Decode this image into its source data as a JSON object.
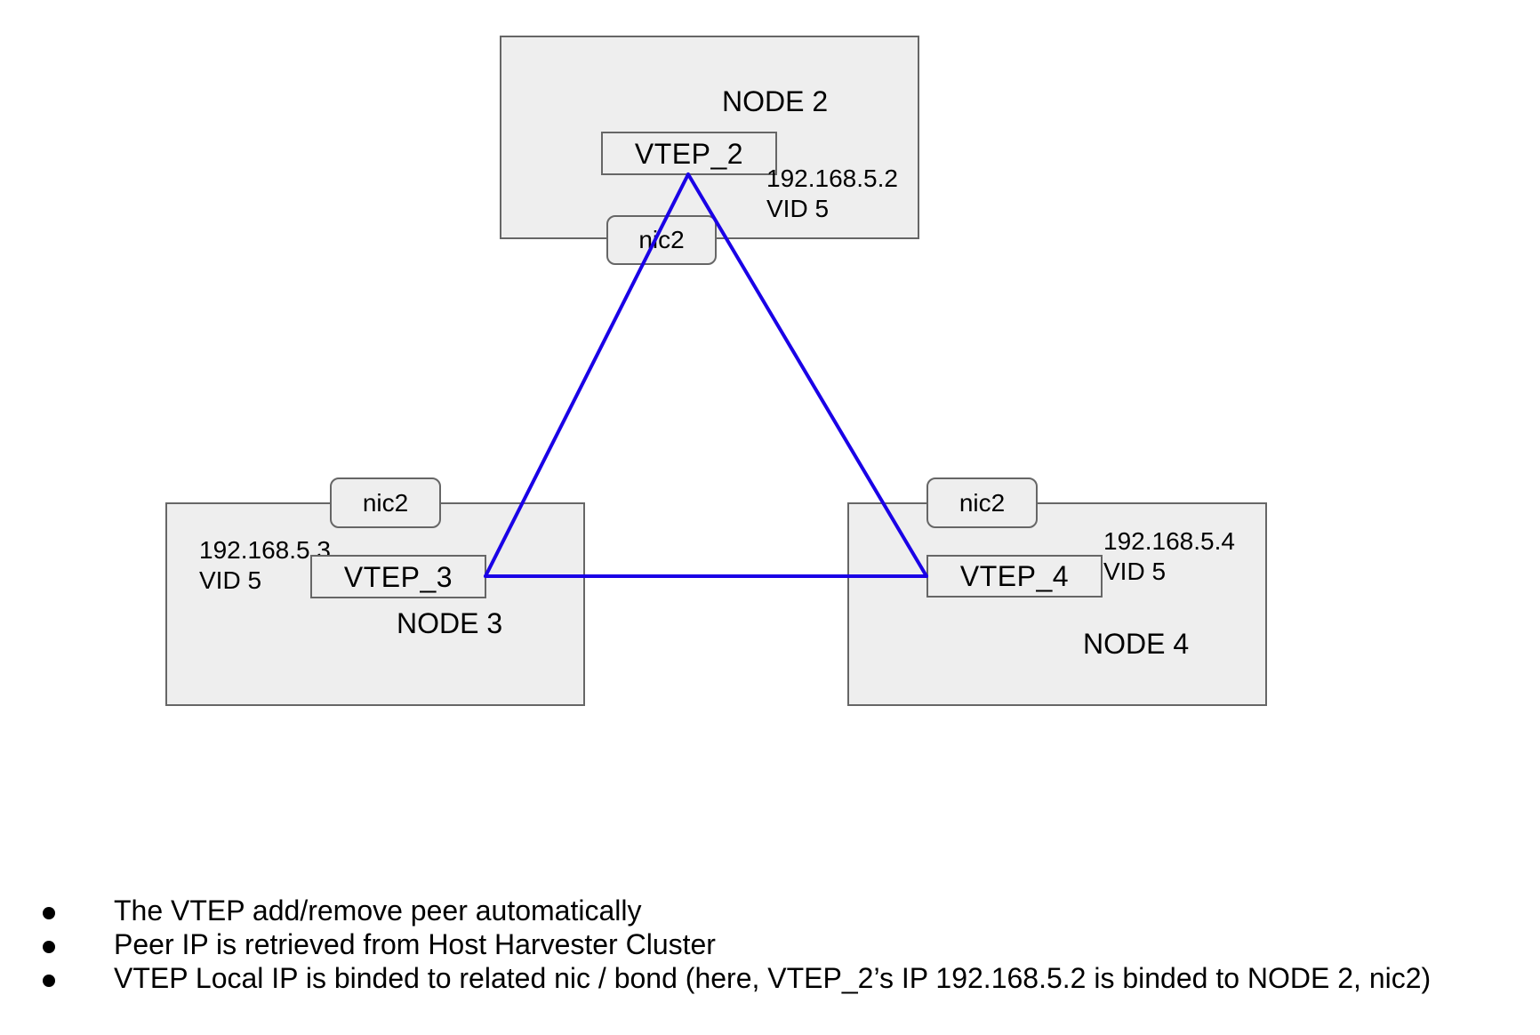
{
  "diagram": {
    "link_color": "#1a00e6",
    "box_fill": "#eeeeee",
    "box_border": "#666666",
    "nodes": {
      "node2": {
        "title": "NODE 2",
        "vtep": "VTEP_2",
        "nic": "nic2",
        "ip": "192.168.5.2",
        "vid": "VID 5"
      },
      "node3": {
        "title": "NODE 3",
        "vtep": "VTEP_3",
        "nic": "nic2",
        "ip": "192.168.5.3",
        "vid": "VID 5"
      },
      "node4": {
        "title": "NODE 4",
        "vtep": "VTEP_4",
        "nic": "nic2",
        "ip": "192.168.5.4",
        "vid": "VID 5"
      }
    },
    "links": [
      {
        "from": "VTEP_2",
        "to": "VTEP_3"
      },
      {
        "from": "VTEP_2",
        "to": "VTEP_4"
      },
      {
        "from": "VTEP_3",
        "to": "VTEP_4"
      }
    ]
  },
  "notes": [
    "The VTEP add/remove peer automatically",
    "Peer IP is retrieved from Host Harvester Cluster",
    "VTEP Local IP is binded to related nic / bond (here, VTEP_2’s IP 192.168.5.2 is binded to NODE 2, nic2)"
  ]
}
